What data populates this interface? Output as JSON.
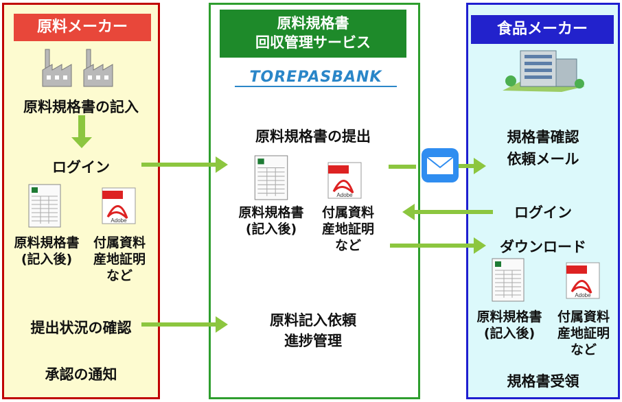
{
  "left": {
    "header": "原料メーカー",
    "step_entry": "原料規格書の記入",
    "step_login": "ログイン",
    "doc_spec": [
      "原料規格書",
      "(記入後)"
    ],
    "doc_attach": [
      "付属資料",
      "産地証明",
      "など"
    ],
    "step_status": "提出状況の確認",
    "step_notice": "承認の通知"
  },
  "middle": {
    "header": [
      "原料規格書",
      "回収管理サービス"
    ],
    "logo": "TOREPASBANK",
    "submit": "原料規格書の提出",
    "doc_spec": [
      "原料規格書",
      "(記入後)"
    ],
    "doc_attach": [
      "付属資料",
      "産地証明",
      "など"
    ],
    "manage": [
      "原料記入依頼",
      "進捗管理"
    ]
  },
  "right": {
    "header": "食品メーカー",
    "mail": [
      "規格書確認",
      "依頼メール"
    ],
    "login": "ログイン",
    "download": "ダウンロード",
    "doc_spec": [
      "原料規格書",
      "(記入後)"
    ],
    "doc_attach": [
      "付属資料",
      "産地証明",
      "など"
    ],
    "receive": "規格書受領"
  },
  "colors": {
    "left_border": "#c00000",
    "mid_border": "#2e9e2e",
    "right_border": "#1e1ed0",
    "arrow": "#8cc63f"
  },
  "icons": {
    "factory": "factory-icon",
    "building": "office-building-icon",
    "mail": "mail-icon",
    "excel": "excel-document-icon",
    "pdf": "pdf-document-icon"
  }
}
